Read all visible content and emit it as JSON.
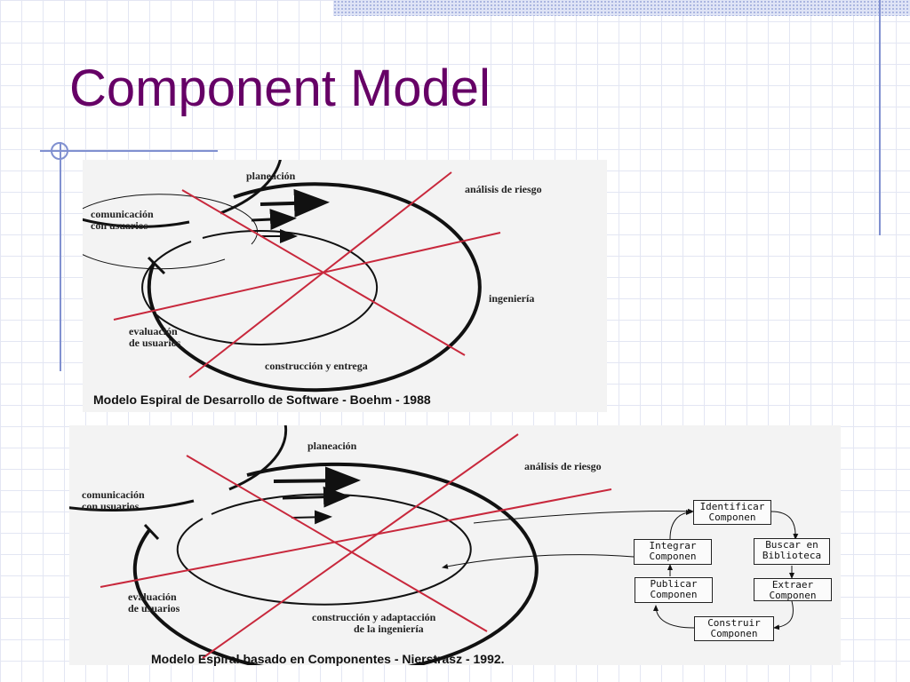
{
  "slide": {
    "title": "Component Model",
    "accent_color": "#660066"
  },
  "figure1": {
    "labels": {
      "planning": "planeación",
      "risk_analysis": "análisis de riesgo",
      "communication_line1": "comunicación",
      "communication_line2": "con usuarios",
      "engineering": "ingeniería",
      "evaluation_line1": "evaluación",
      "evaluation_line2": "de usuarios",
      "construction": "construcción y entrega"
    },
    "caption": "Modelo Espiral de Desarrollo de Software - Boehm - 1988"
  },
  "figure2": {
    "labels": {
      "planning": "planeación",
      "risk_analysis": "análisis de riesgo",
      "communication_line1": "comunicación",
      "communication_line2": "con usuarios",
      "evaluation_line1": "evaluación",
      "evaluation_line2": "de usuarios",
      "construction_line1": "construcción y adaptacción",
      "construction_line2": "de la ingeniería"
    },
    "boxes": {
      "identify": [
        "Identificar",
        "Componen"
      ],
      "search": [
        "Buscar en",
        "Biblioteca"
      ],
      "integrate": [
        "Integrar",
        "Componen"
      ],
      "extract": [
        "Extraer",
        "Componen"
      ],
      "publish": [
        "Publicar",
        "Componen"
      ],
      "build": [
        "Construir",
        "Componen"
      ]
    },
    "caption": "Modelo Espiral basado en Componentes - Nierstrasz - 1992."
  }
}
